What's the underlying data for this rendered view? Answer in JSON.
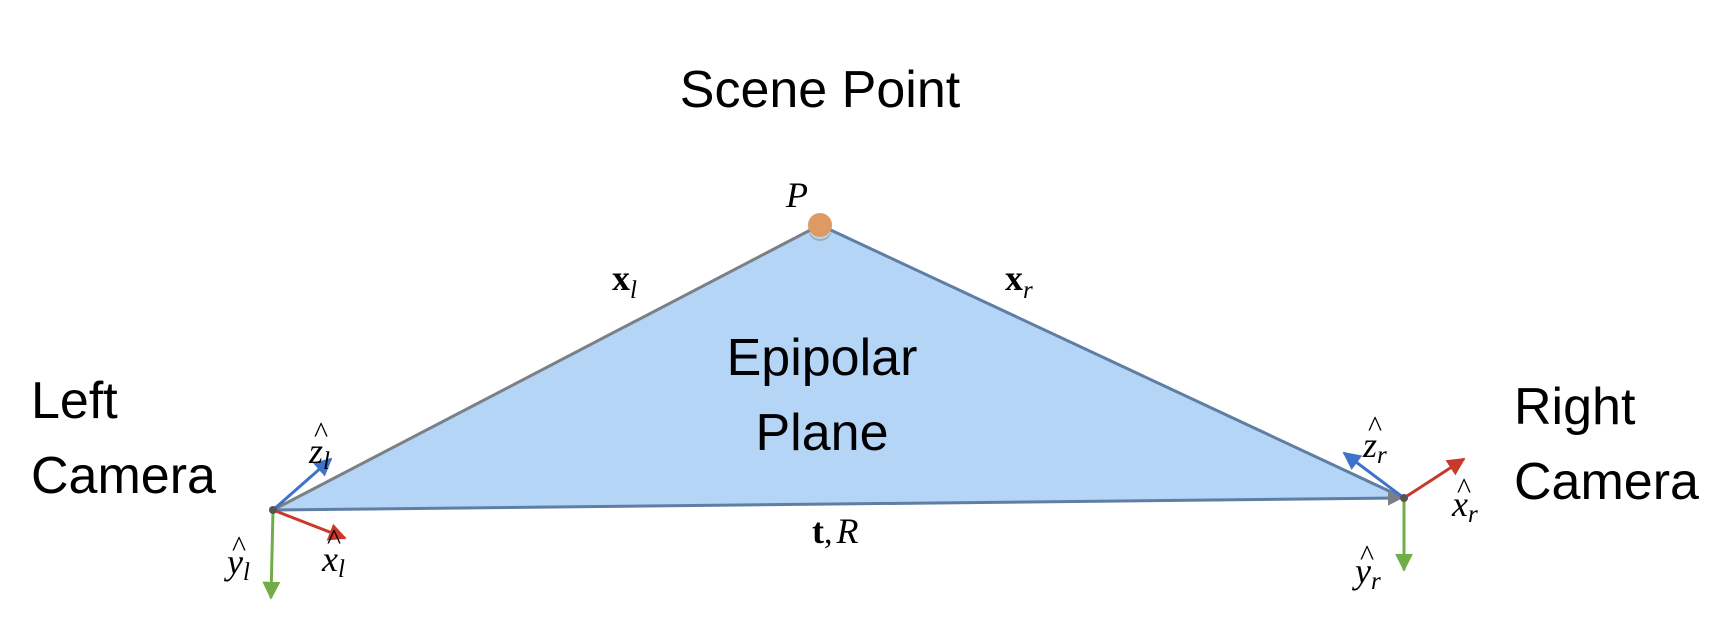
{
  "labels": {
    "scene_point": "Scene Point",
    "epipolar_line1": "Epipolar",
    "epipolar_line2": "Plane",
    "left_line1": "Left",
    "left_line2": "Camera",
    "right_line1": "Right",
    "right_line2": "Camera"
  },
  "math": {
    "point": "P",
    "ray_left": {
      "base": "x",
      "sub": "l"
    },
    "ray_right": {
      "base": "x",
      "sub": "r"
    },
    "baseline": {
      "t": "t",
      "comma": ",",
      "R": "R"
    },
    "left_axes": {
      "x": {
        "base": "x",
        "sub": "l"
      },
      "y": {
        "base": "y",
        "sub": "l"
      },
      "z": {
        "base": "z",
        "sub": "l"
      }
    },
    "right_axes": {
      "x": {
        "base": "x",
        "sub": "r"
      },
      "y": {
        "base": "y",
        "sub": "r"
      },
      "z": {
        "base": "z",
        "sub": "r"
      }
    },
    "hat": "^"
  },
  "colors": {
    "plane_fill": "#b5d5f7",
    "edge": "#7b7f86",
    "edge_blue": "#5f7ea3",
    "point": "#de9a63",
    "axis_x": "#c8392b",
    "axis_y": "#70ad47",
    "axis_z": "#3f73c9"
  }
}
